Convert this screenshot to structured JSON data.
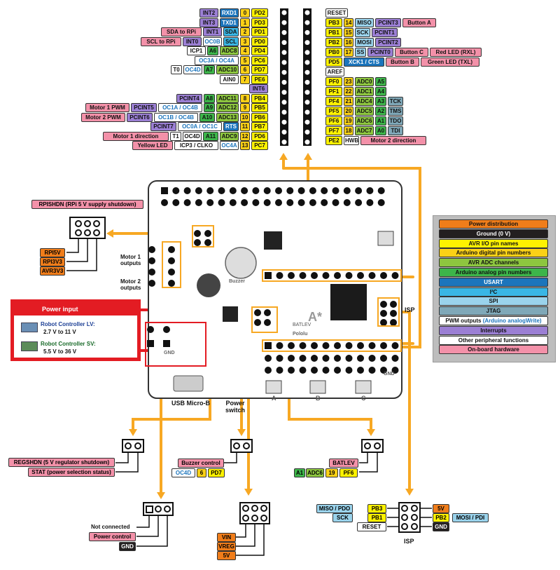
{
  "colors": {
    "power": "#f07d1a",
    "ground": "#231f20",
    "avr_io": "#fff200",
    "arduino_digital": "#fcd116",
    "avr_adc": "#8dc63f",
    "arduino_analog": "#3db54a",
    "usart": "#1c75bc",
    "i2c": "#39b6e5",
    "spi": "#9ad3ec",
    "jtag": "#7fa8b8",
    "pwm": "#ffffff",
    "interrupts": "#9b7fd4",
    "other": "#ffffff",
    "onboard": "#f391a9",
    "arrow": "#f7a823",
    "power_input": "#e31c23"
  },
  "top_left_rows": [
    {
      "cells": [
        [
          "INT2",
          "int"
        ],
        [
          "RXD1",
          "usart"
        ],
        [
          "0",
          "dig"
        ],
        [
          "PD2",
          "avr"
        ]
      ]
    },
    {
      "cells": [
        [
          "INT3",
          "int"
        ],
        [
          "TXD1",
          "usart"
        ],
        [
          "1",
          "dig"
        ],
        [
          "PD3",
          "avr"
        ]
      ]
    },
    {
      "cells": [
        [
          "SDA to RPi",
          "hw"
        ],
        [
          "INT1",
          "int"
        ],
        [
          "SDA",
          "i2c"
        ],
        [
          "2",
          "dig"
        ],
        [
          "PD1",
          "avr"
        ]
      ]
    },
    {
      "cells": [
        [
          "SCL to RPi",
          "hw"
        ],
        [
          "INT0",
          "int"
        ],
        [
          "OC0B",
          "pwm"
        ],
        [
          "SCL",
          "i2c"
        ],
        [
          "3",
          "dig"
        ],
        [
          "PD0",
          "avr"
        ]
      ]
    },
    {
      "cells": [
        [
          "ICP1",
          "other"
        ],
        [
          "A6",
          "ana"
        ],
        [
          "ADC8",
          "adc"
        ],
        [
          "4",
          "dig"
        ],
        [
          "PD4",
          "avr"
        ]
      ]
    },
    {
      "cells": [
        [
          "OC3A / OC4A",
          "pwm"
        ],
        [
          "5",
          "dig"
        ],
        [
          "PC6",
          "avr"
        ]
      ]
    },
    {
      "cells": [
        [
          "T0",
          "other"
        ],
        [
          "OC4D",
          "pwm"
        ],
        [
          "A7",
          "ana"
        ],
        [
          "ADC10",
          "adc"
        ],
        [
          "6",
          "dig"
        ],
        [
          "PD7",
          "avr"
        ]
      ]
    },
    {
      "cells": [
        [
          "AIN0",
          "other"
        ],
        [
          "7",
          "dig"
        ],
        [
          "PE6",
          "avr"
        ]
      ]
    },
    {
      "cells": [
        [
          "INT6",
          "int"
        ]
      ]
    },
    {
      "cells": [
        [
          "PCINT4",
          "int"
        ],
        [
          "A8",
          "ana"
        ],
        [
          "ADC11",
          "adc"
        ],
        [
          "8",
          "dig"
        ],
        [
          "PB4",
          "avr"
        ]
      ]
    },
    {
      "cells": [
        [
          "Motor 1 PWM",
          "hw"
        ],
        [
          "PCINT5",
          "int"
        ],
        [
          "OC1A / OC4B",
          "pwm"
        ],
        [
          "A9",
          "ana"
        ],
        [
          "ADC12",
          "adc"
        ],
        [
          "9",
          "dig"
        ],
        [
          "PB5",
          "avr"
        ]
      ]
    },
    {
      "cells": [
        [
          "Motor 2 PWM",
          "hw"
        ],
        [
          "PCINT6",
          "int"
        ],
        [
          "OC1B / OC4B",
          "pwm"
        ],
        [
          "A10",
          "ana"
        ],
        [
          "ADC13",
          "adc"
        ],
        [
          "10",
          "dig"
        ],
        [
          "PB6",
          "avr"
        ]
      ]
    },
    {
      "cells": [
        [
          "PCINT7",
          "int"
        ],
        [
          "OC0A / OC1C",
          "pwm"
        ],
        [
          "RTS",
          "usart"
        ],
        [
          "11",
          "dig"
        ],
        [
          "PB7",
          "avr"
        ]
      ]
    },
    {
      "cells": [
        [
          "Motor 1 direction",
          "hw"
        ],
        [
          "T1",
          "other"
        ],
        [
          "OC4D",
          "other"
        ],
        [
          "A11",
          "ana"
        ],
        [
          "ADC9",
          "adc"
        ],
        [
          "12",
          "dig"
        ],
        [
          "PD6",
          "avr"
        ]
      ]
    },
    {
      "cells": [
        [
          "Yellow LED",
          "hw"
        ],
        [
          "ICP3 / CLKO",
          "other"
        ],
        [
          "OC4A",
          "pwm"
        ],
        [
          "13",
          "dig"
        ],
        [
          "PC7",
          "avr"
        ]
      ]
    }
  ],
  "top_right_rows": [
    {
      "cells": [
        [
          "RESET",
          "other"
        ]
      ]
    },
    {
      "cells": [
        [
          "PB3",
          "avr"
        ],
        [
          "14",
          "dig"
        ],
        [
          "MISO",
          "spi"
        ],
        [
          "PCINT3",
          "int"
        ],
        [
          "Button A",
          "hw"
        ]
      ]
    },
    {
      "cells": [
        [
          "PB1",
          "avr"
        ],
        [
          "15",
          "dig"
        ],
        [
          "SCK",
          "spi"
        ],
        [
          "PCINT1",
          "int"
        ]
      ]
    },
    {
      "cells": [
        [
          "PB2",
          "avr"
        ],
        [
          "16",
          "dig"
        ],
        [
          "MOSI",
          "spi"
        ],
        [
          "PCINT2",
          "int"
        ]
      ]
    },
    {
      "cells": [
        [
          "PB0",
          "avr"
        ],
        [
          "17",
          "dig"
        ],
        [
          "SS",
          "spi"
        ],
        [
          "PCINT0",
          "int"
        ],
        [
          "Button C",
          "hw"
        ],
        [
          "Red LED (RXL)",
          "hw"
        ]
      ]
    },
    {
      "cells": [
        [
          "PD5",
          "avr"
        ],
        [
          "XCK1 / CTS",
          "usart"
        ],
        [
          "Button B",
          "hw"
        ],
        [
          "Green LED (TXL)",
          "hw"
        ]
      ]
    },
    {
      "cells": [
        [
          "AREF",
          "other"
        ]
      ]
    },
    {
      "cells": [
        [
          "PF0",
          "avr"
        ],
        [
          "23",
          "dig"
        ],
        [
          "ADC0",
          "adc"
        ],
        [
          "A5",
          "ana"
        ]
      ]
    },
    {
      "cells": [
        [
          "PF1",
          "avr"
        ],
        [
          "22",
          "dig"
        ],
        [
          "ADC1",
          "adc"
        ],
        [
          "A4",
          "ana"
        ]
      ]
    },
    {
      "cells": [
        [
          "PF4",
          "avr"
        ],
        [
          "21",
          "dig"
        ],
        [
          "ADC4",
          "adc"
        ],
        [
          "A3",
          "ana"
        ],
        [
          "TCK",
          "jtag"
        ]
      ]
    },
    {
      "cells": [
        [
          "PF5",
          "avr"
        ],
        [
          "20",
          "dig"
        ],
        [
          "ADC5",
          "adc"
        ],
        [
          "A2",
          "ana"
        ],
        [
          "TMS",
          "jtag"
        ]
      ]
    },
    {
      "cells": [
        [
          "PF6",
          "avr"
        ],
        [
          "19",
          "dig"
        ],
        [
          "ADC6",
          "adc"
        ],
        [
          "A1",
          "ana"
        ],
        [
          "TDO",
          "jtag"
        ]
      ]
    },
    {
      "cells": [
        [
          "PF7",
          "avr"
        ],
        [
          "18",
          "dig"
        ],
        [
          "ADC7",
          "adc"
        ],
        [
          "A0",
          "ana"
        ],
        [
          "TDI",
          "jtag"
        ]
      ]
    },
    {
      "cells": [
        [
          "PE2",
          "avr"
        ],
        [
          "HWB",
          "other"
        ],
        [
          "Motor 2 direction",
          "hw"
        ]
      ]
    }
  ],
  "legend": [
    [
      "Power distribution",
      "power"
    ],
    [
      "Ground (0 V)",
      "ground"
    ],
    [
      "AVR I/O pin names",
      "avr"
    ],
    [
      "Arduino digital pin numbers",
      "dig"
    ],
    [
      "AVR ADC channels",
      "adc"
    ],
    [
      "Arduino analog pin numbers",
      "ana"
    ],
    [
      "USART",
      "usart"
    ],
    [
      "I²C",
      "i2c"
    ],
    [
      "SPI",
      "spi"
    ],
    [
      "JTAG",
      "jtag"
    ],
    [
      "PWM outputs",
      "pwm"
    ],
    [
      "Interrupts",
      "int"
    ],
    [
      "Other peripheral functions",
      "other"
    ],
    [
      "On-board hardware",
      "hw"
    ]
  ],
  "legend_pwm_suffix": "(Arduino analogWrite)",
  "rpishdn": {
    "title": "RPISHDN (RPi 5 V supply shutdown)",
    "labels": [
      "RPI5V",
      "RPI3V3",
      "AVR3V3"
    ]
  },
  "motor_labels": [
    "Motor 1 outputs",
    "Motor 2 outputs"
  ],
  "power_input": {
    "title": "Power input",
    "lv_name": "Robot Controller LV:",
    "lv_range": "2.7 V to 11 V",
    "sv_name": "Robot Controller SV:",
    "sv_range": "5.5 V to 36 V"
  },
  "isp_side_label": "ISP",
  "board_text": {
    "buzzer": "Buzzer",
    "gnd": "GND",
    "usb": "USB Micro-B",
    "power_switch": "Power switch",
    "astar": "A*",
    "pololu": "Pololu",
    "gnd_right": "GND",
    "abc": [
      "A",
      "B",
      "C"
    ]
  },
  "regshdn": {
    "labels": [
      "REGSHDN (5 V regulator shutdown)",
      "STAT (power selection status)"
    ]
  },
  "buzzer_ctrl": {
    "labels": [
      [
        "Buzzer control",
        "hw"
      ],
      [
        "OC4D",
        "pwm"
      ],
      [
        "6",
        "dig"
      ],
      [
        "PD7",
        "avr"
      ]
    ]
  },
  "batlev": {
    "labels": [
      [
        "BATLEV",
        "hw"
      ],
      [
        "A1",
        "ana"
      ],
      [
        "ADC6",
        "adc"
      ],
      [
        "19",
        "dig"
      ],
      [
        "PF6",
        "avr"
      ]
    ]
  },
  "power_ctrl": {
    "labels": [
      [
        "Not connected",
        "none"
      ],
      [
        "Power control",
        "hw"
      ],
      [
        "GND",
        "ground"
      ]
    ]
  },
  "vin_group": {
    "labels": [
      "VIN",
      "VREG",
      "5V"
    ]
  },
  "isp_bottom": {
    "left": [
      [
        "MISO / PDO",
        "spi"
      ],
      [
        "PB3",
        "avr"
      ],
      [
        "SCK",
        "spi"
      ],
      [
        "PB1",
        "avr"
      ],
      [
        "RESET",
        "other"
      ]
    ],
    "right": [
      [
        "5V",
        "power"
      ],
      [
        "PB2",
        "avr"
      ],
      [
        "MOSI / PDI",
        "spi"
      ],
      [
        "GND",
        "ground"
      ]
    ],
    "title": "ISP"
  }
}
